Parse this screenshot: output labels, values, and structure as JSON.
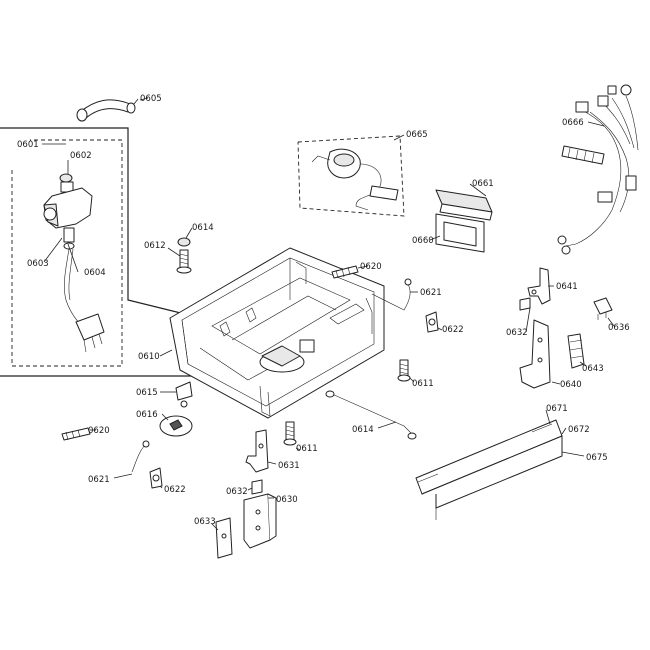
{
  "labels": {
    "l0605": "0605",
    "l0601": "0601",
    "l0602": "0602",
    "l0603": "0603",
    "l0604": "0604",
    "l0665": "0665",
    "l0666": "0666",
    "l0661": "0661",
    "l0660": "0660",
    "l0614a": "0614",
    "l0612": "0612",
    "l0620a": "0620",
    "l0621a": "0621",
    "l0622a": "0622",
    "l0641": "0641",
    "l0632a": "0632",
    "l0636": "0636",
    "l0643": "0643",
    "l0640": "0640",
    "l0610": "0610",
    "l0611a": "0611",
    "l0615": "0615",
    "l0616": "0616",
    "l0614b": "0614",
    "l0611b": "0611",
    "l0631": "0631",
    "l0620b": "0620",
    "l0621b": "0621",
    "l0622b": "0622",
    "l0632b": "0632",
    "l0630": "0630",
    "l0633": "0633",
    "l0671": "0671",
    "l0672": "0672",
    "l0675": "0675"
  }
}
